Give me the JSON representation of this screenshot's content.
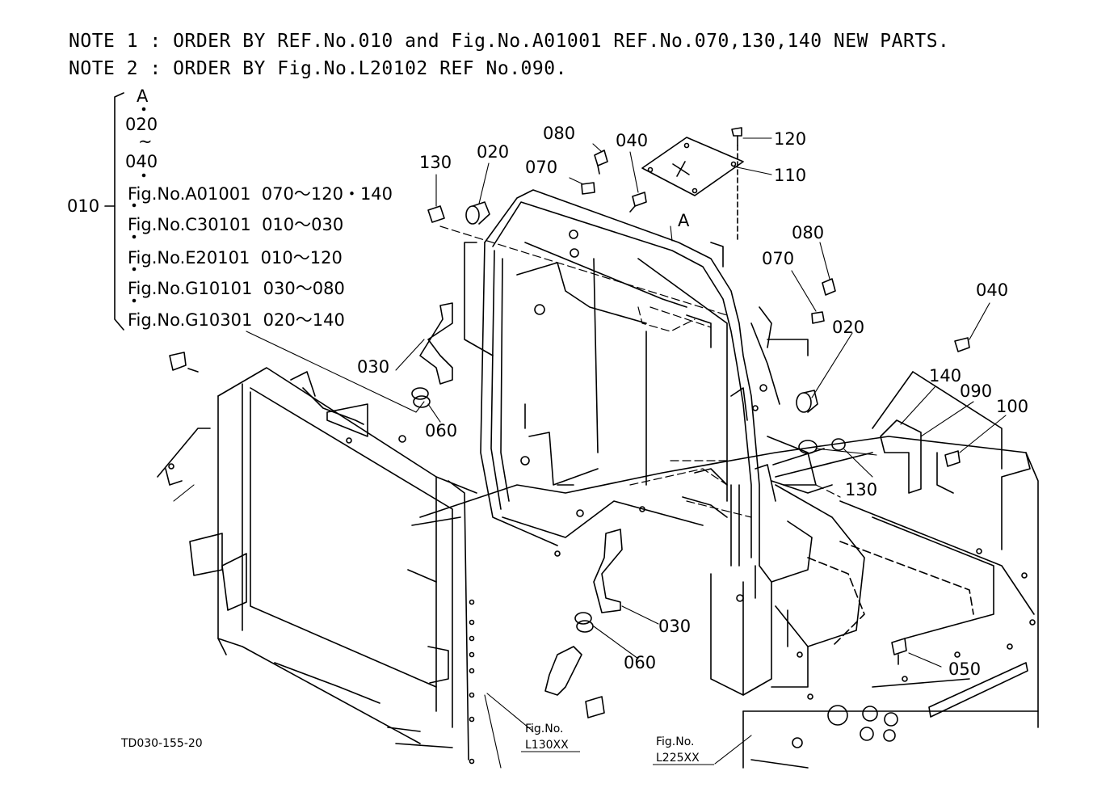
{
  "notes": [
    "NOTE 1 : ORDER BY REF.No.010 and Fig.No.A01001 REF.No.070,130,140 NEW PARTS.",
    "NOTE 2 : ORDER BY Fig.No.L20102 REF No.090."
  ],
  "tree": {
    "parent": "010",
    "items": [
      "A",
      "020",
      "~",
      "040"
    ],
    "figs": [
      "Fig.No.A01001  070～120・140",
      "Fig.No.C30101  010～030",
      "Fig.No.E20101  010～120",
      "Fig.No.G10101  030～080",
      "Fig.No.G10301  020～140"
    ]
  },
  "callouts": {
    "c080a": "080",
    "c040a": "040",
    "c120": "120",
    "c110": "110",
    "c130a": "130",
    "c020a": "020",
    "c070a": "070",
    "cA": "A",
    "c080b": "080",
    "c070b": "070",
    "c040b": "040",
    "c020b": "020",
    "c140": "140",
    "c090": "090",
    "c100": "100",
    "c130b": "130",
    "c030a": "030",
    "c060a": "060",
    "c030b": "030",
    "c060b": "060",
    "c050": "050"
  },
  "drawing_id": "TD030-155-20",
  "fig_refs": [
    {
      "line1": "Fig.No.",
      "line2": "L130XX"
    },
    {
      "line1": "Fig.No.",
      "line2": "L225XX"
    }
  ]
}
